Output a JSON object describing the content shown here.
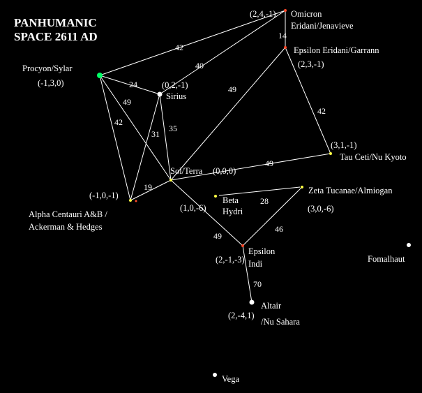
{
  "title": {
    "line1": "PANHUMANIC",
    "line2": "SPACE 2611 AD"
  },
  "colors": {
    "background": "#000000",
    "line": "#ffffff",
    "text": "#ffffff",
    "star_white": "#ffffff",
    "star_yellow": "#ffff44",
    "star_red": "#ff4a2a",
    "star_green": "#00ff66"
  },
  "stars": {
    "procyon": {
      "name": "Procyon/Sylar",
      "coords": "(-1,3,0)"
    },
    "sirius": {
      "name": "Sirius",
      "coords": "(0,2,-1)"
    },
    "omicron": {
      "name1": "Omicron",
      "name2": "Eridani/Jenavieve",
      "coords": "(2,4,-1)"
    },
    "epsilon_eridani": {
      "name": "Epsilon Eridani/Garrann",
      "coords": "(2,3,-1)"
    },
    "tau_ceti": {
      "name": "Tau Ceti/Nu Kyoto",
      "coords": "(3,1,-1)"
    },
    "sol": {
      "name": "Sol/Terra",
      "coords": "(0,0,0)"
    },
    "alpha_centauri": {
      "name1": "Alpha Centauri A&B /",
      "name2": "Ackerman & Hedges",
      "coords": "(-1,0,-1)"
    },
    "beta_hydri": {
      "name1": "Beta",
      "name2": "Hydri",
      "coords": "(1,0,-6)"
    },
    "zeta_tucanae": {
      "name": "Zeta Tucanae/Almiogan",
      "coords": "(3,0,-6)"
    },
    "epsilon_indi": {
      "name1": "Epsilon",
      "name2": "Indi",
      "coords": "(2,-1,-3)"
    },
    "altair": {
      "name1": "Altair",
      "name2": "/Nu Sahara",
      "coords": "(2,-4,1)"
    },
    "fomalhaut": {
      "name": "Fomalhaut"
    },
    "vega": {
      "name": "Vega"
    }
  },
  "routes": [
    {
      "from": "procyon",
      "to": "omicron",
      "distance": "42"
    },
    {
      "from": "procyon",
      "to": "sirius",
      "distance": "24"
    },
    {
      "from": "procyon",
      "to": "sol",
      "distance": "49"
    },
    {
      "from": "procyon",
      "to": "alpha_centauri",
      "distance": "42"
    },
    {
      "from": "sirius",
      "to": "omicron",
      "distance": "40"
    },
    {
      "from": "sirius",
      "to": "alpha_centauri",
      "distance": "31"
    },
    {
      "from": "sirius",
      "to": "sol",
      "distance": "35"
    },
    {
      "from": "omicron",
      "to": "epsilon_eridani",
      "distance": "14"
    },
    {
      "from": "epsilon_eridani",
      "to": "tau_ceti",
      "distance": "42"
    },
    {
      "from": "epsilon_eridani",
      "to": "sol",
      "distance": "49"
    },
    {
      "from": "sol",
      "to": "tau_ceti",
      "distance": "49"
    },
    {
      "from": "sol",
      "to": "alpha_centauri",
      "distance": "19"
    },
    {
      "from": "sol",
      "to": "epsilon_indi",
      "distance": "49"
    },
    {
      "from": "beta_hydri",
      "to": "zeta_tucanae",
      "distance": "28"
    },
    {
      "from": "zeta_tucanae",
      "to": "epsilon_indi",
      "distance": "46"
    },
    {
      "from": "epsilon_indi",
      "to": "altair",
      "distance": "70"
    }
  ]
}
